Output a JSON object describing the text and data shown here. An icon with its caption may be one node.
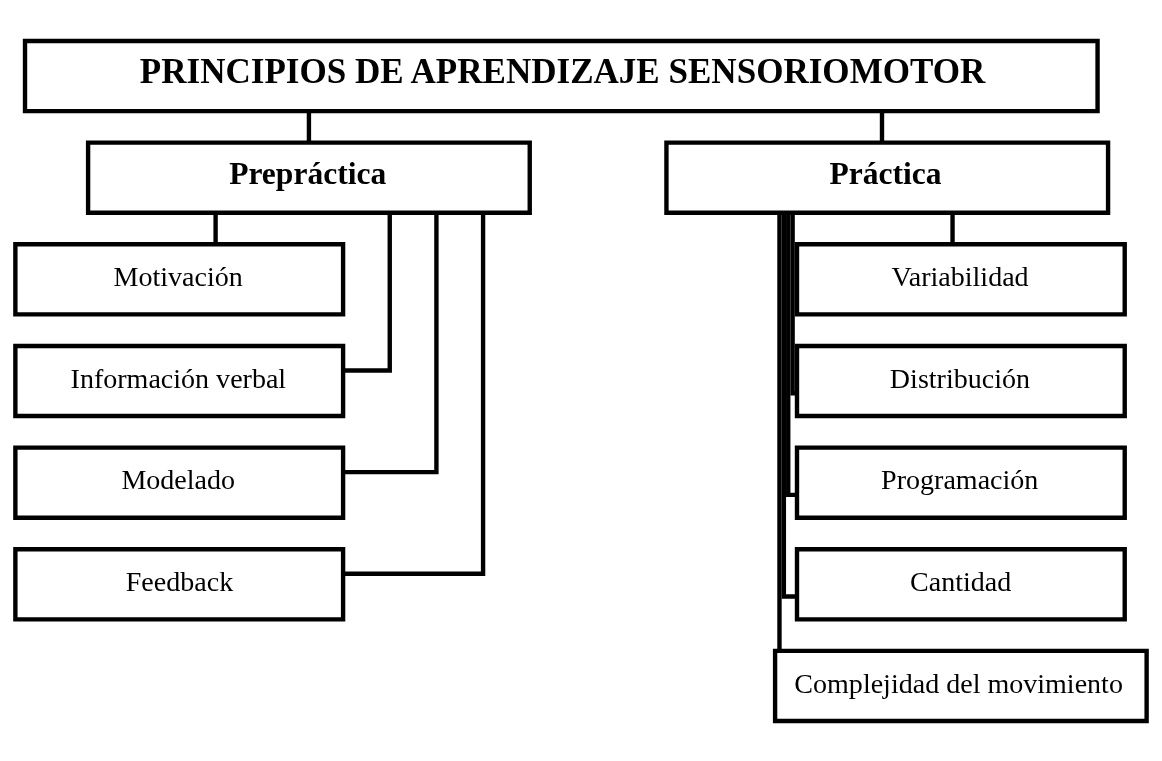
{
  "diagram": {
    "nodes": [
      {
        "text": [
          "PRINCIPIOS DE APRENDIZAJE SENSORIOMOTOR"
        ]
      },
      {
        "text": [
          "Prepráctica"
        ]
      },
      {
        "text": [
          "Práctica"
        ]
      },
      {
        "text": [
          "Motivación"
        ]
      },
      {
        "text": [
          "Información verbal"
        ]
      },
      {
        "text": [
          "Modelado"
        ]
      },
      {
        "text": [
          "Feedback"
        ]
      },
      {
        "text": [
          "Variabilidad"
        ]
      },
      {
        "text": [
          "Distribución"
        ]
      },
      {
        "text": [
          "Programación"
        ]
      },
      {
        "text": [
          "Cantidad"
        ]
      },
      {
        "text": [
          "Complejidad del movimiento"
        ]
      }
    ],
    "edges": [
      {
        "from": 0,
        "to": 1,
        "arrow": "none"
      },
      {
        "from": 0,
        "to": 2,
        "arrow": "none"
      },
      {
        "from": 1,
        "to": 3,
        "arrow": "none"
      },
      {
        "from": 1,
        "to": 4,
        "arrow": "none"
      },
      {
        "from": 1,
        "to": 5,
        "arrow": "none"
      },
      {
        "from": 1,
        "to": 6,
        "arrow": "none"
      },
      {
        "from": 2,
        "to": 7,
        "arrow": "none"
      },
      {
        "from": 2,
        "to": 8,
        "arrow": "none"
      },
      {
        "from": 2,
        "to": 9,
        "arrow": "none"
      },
      {
        "from": 2,
        "to": 10,
        "arrow": "none"
      },
      {
        "from": 2,
        "to": 11,
        "arrow": "none"
      }
    ]
  }
}
